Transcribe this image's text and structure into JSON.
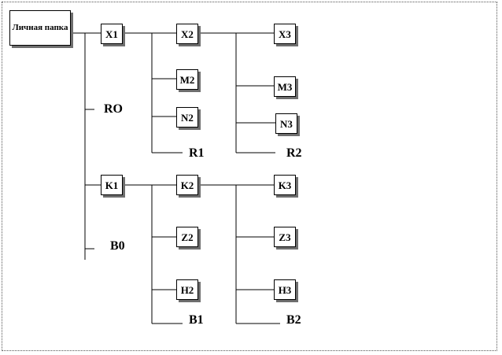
{
  "root": {
    "label": "Личная папка"
  },
  "nodes": {
    "x1": "X1",
    "x2": "X2",
    "x3": "X3",
    "m2": "M2",
    "n2": "N2",
    "m3": "M3",
    "n3": "N3",
    "k1": "K1",
    "k2": "K2",
    "k3": "K3",
    "z2": "Z2",
    "h2": "H2",
    "z3": "Z3",
    "h3": "H3"
  },
  "labels": {
    "ro": "RO",
    "r1": "R1",
    "r2": "R2",
    "b0": "B0",
    "b1": "B1",
    "b2": "B2"
  }
}
